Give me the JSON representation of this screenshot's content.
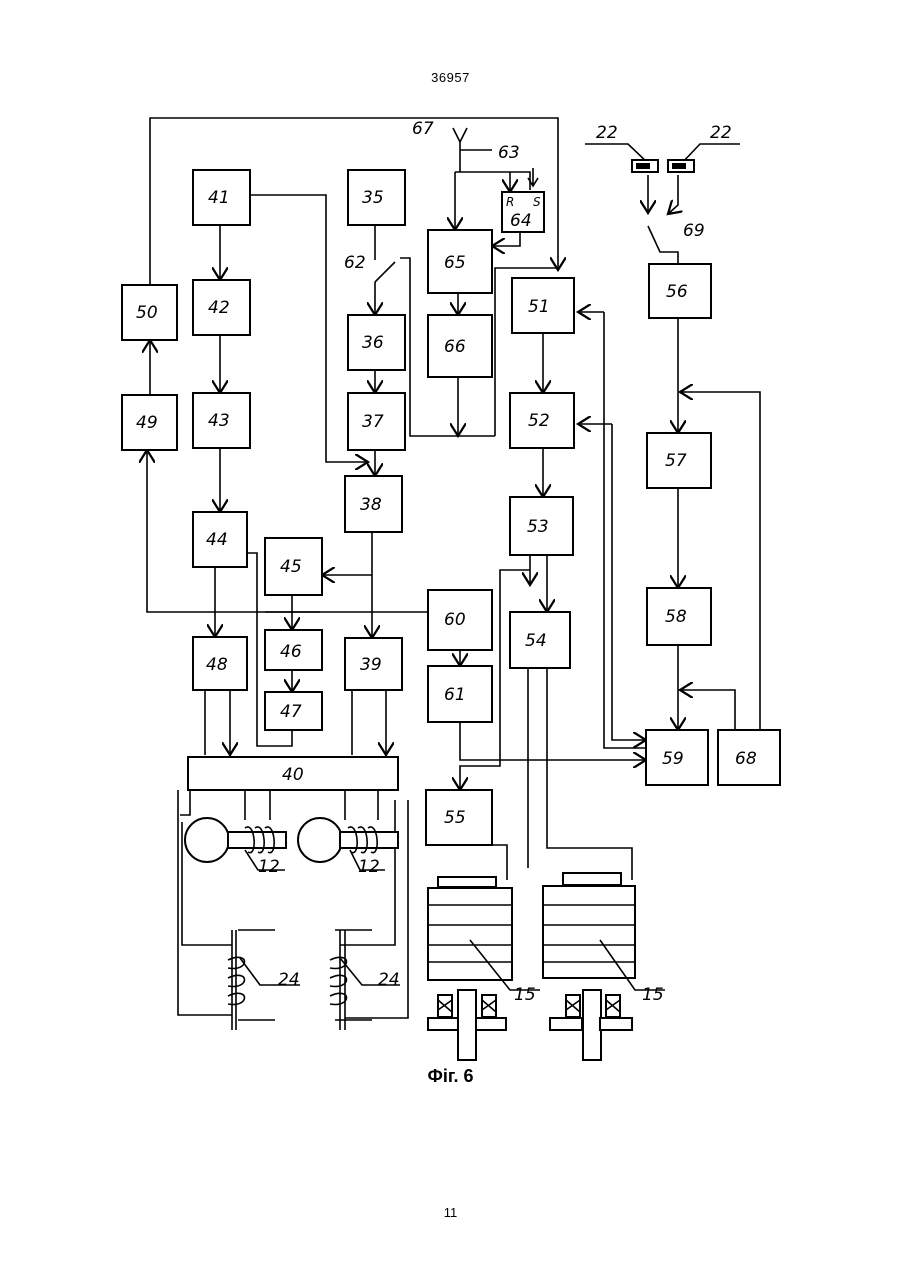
{
  "page": {
    "number_top": "36957",
    "number_bottom": "11"
  },
  "figure": {
    "caption": "Фіг. 6"
  },
  "blocks": [
    "35",
    "36",
    "37",
    "38",
    "39",
    "40",
    "41",
    "42",
    "43",
    "44",
    "45",
    "46",
    "47",
    "48",
    "49",
    "50",
    "51",
    "52",
    "53",
    "54",
    "55",
    "56",
    "57",
    "58",
    "59",
    "60",
    "61",
    "64",
    "65",
    "66",
    "68"
  ],
  "labels": {
    "l22a": "22",
    "l22b": "22",
    "l67": "67",
    "l63": "63",
    "l62": "62",
    "l69": "69",
    "l64r": "R",
    "l64s": "S",
    "l12a": "12",
    "l12b": "12",
    "l24a": "24",
    "l24b": "24",
    "l15a": "15",
    "l15b": "15"
  }
}
